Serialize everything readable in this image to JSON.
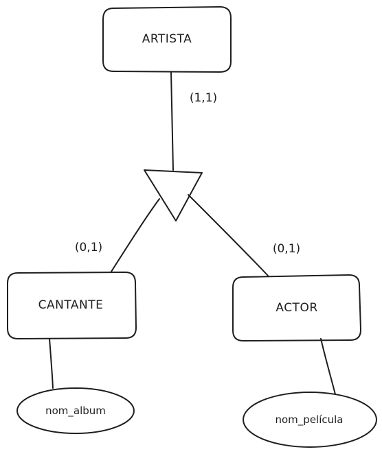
{
  "colors": {
    "stroke": "#1e1e1e",
    "background": "#ffffff"
  },
  "entities": {
    "artista": "ARTISTA",
    "cantante": "CANTANTE",
    "actor": "ACTOR"
  },
  "attributes": {
    "cantante_attr": "nom_album",
    "actor_attr": "nom_película"
  },
  "cardinalities": {
    "artista": "(1,1)",
    "cantante": "(0,1)",
    "actor": "(0,1)"
  },
  "shapes": {
    "specialization": "inverted-triangle",
    "entity": "rounded-rectangle",
    "attribute": "ellipse"
  }
}
